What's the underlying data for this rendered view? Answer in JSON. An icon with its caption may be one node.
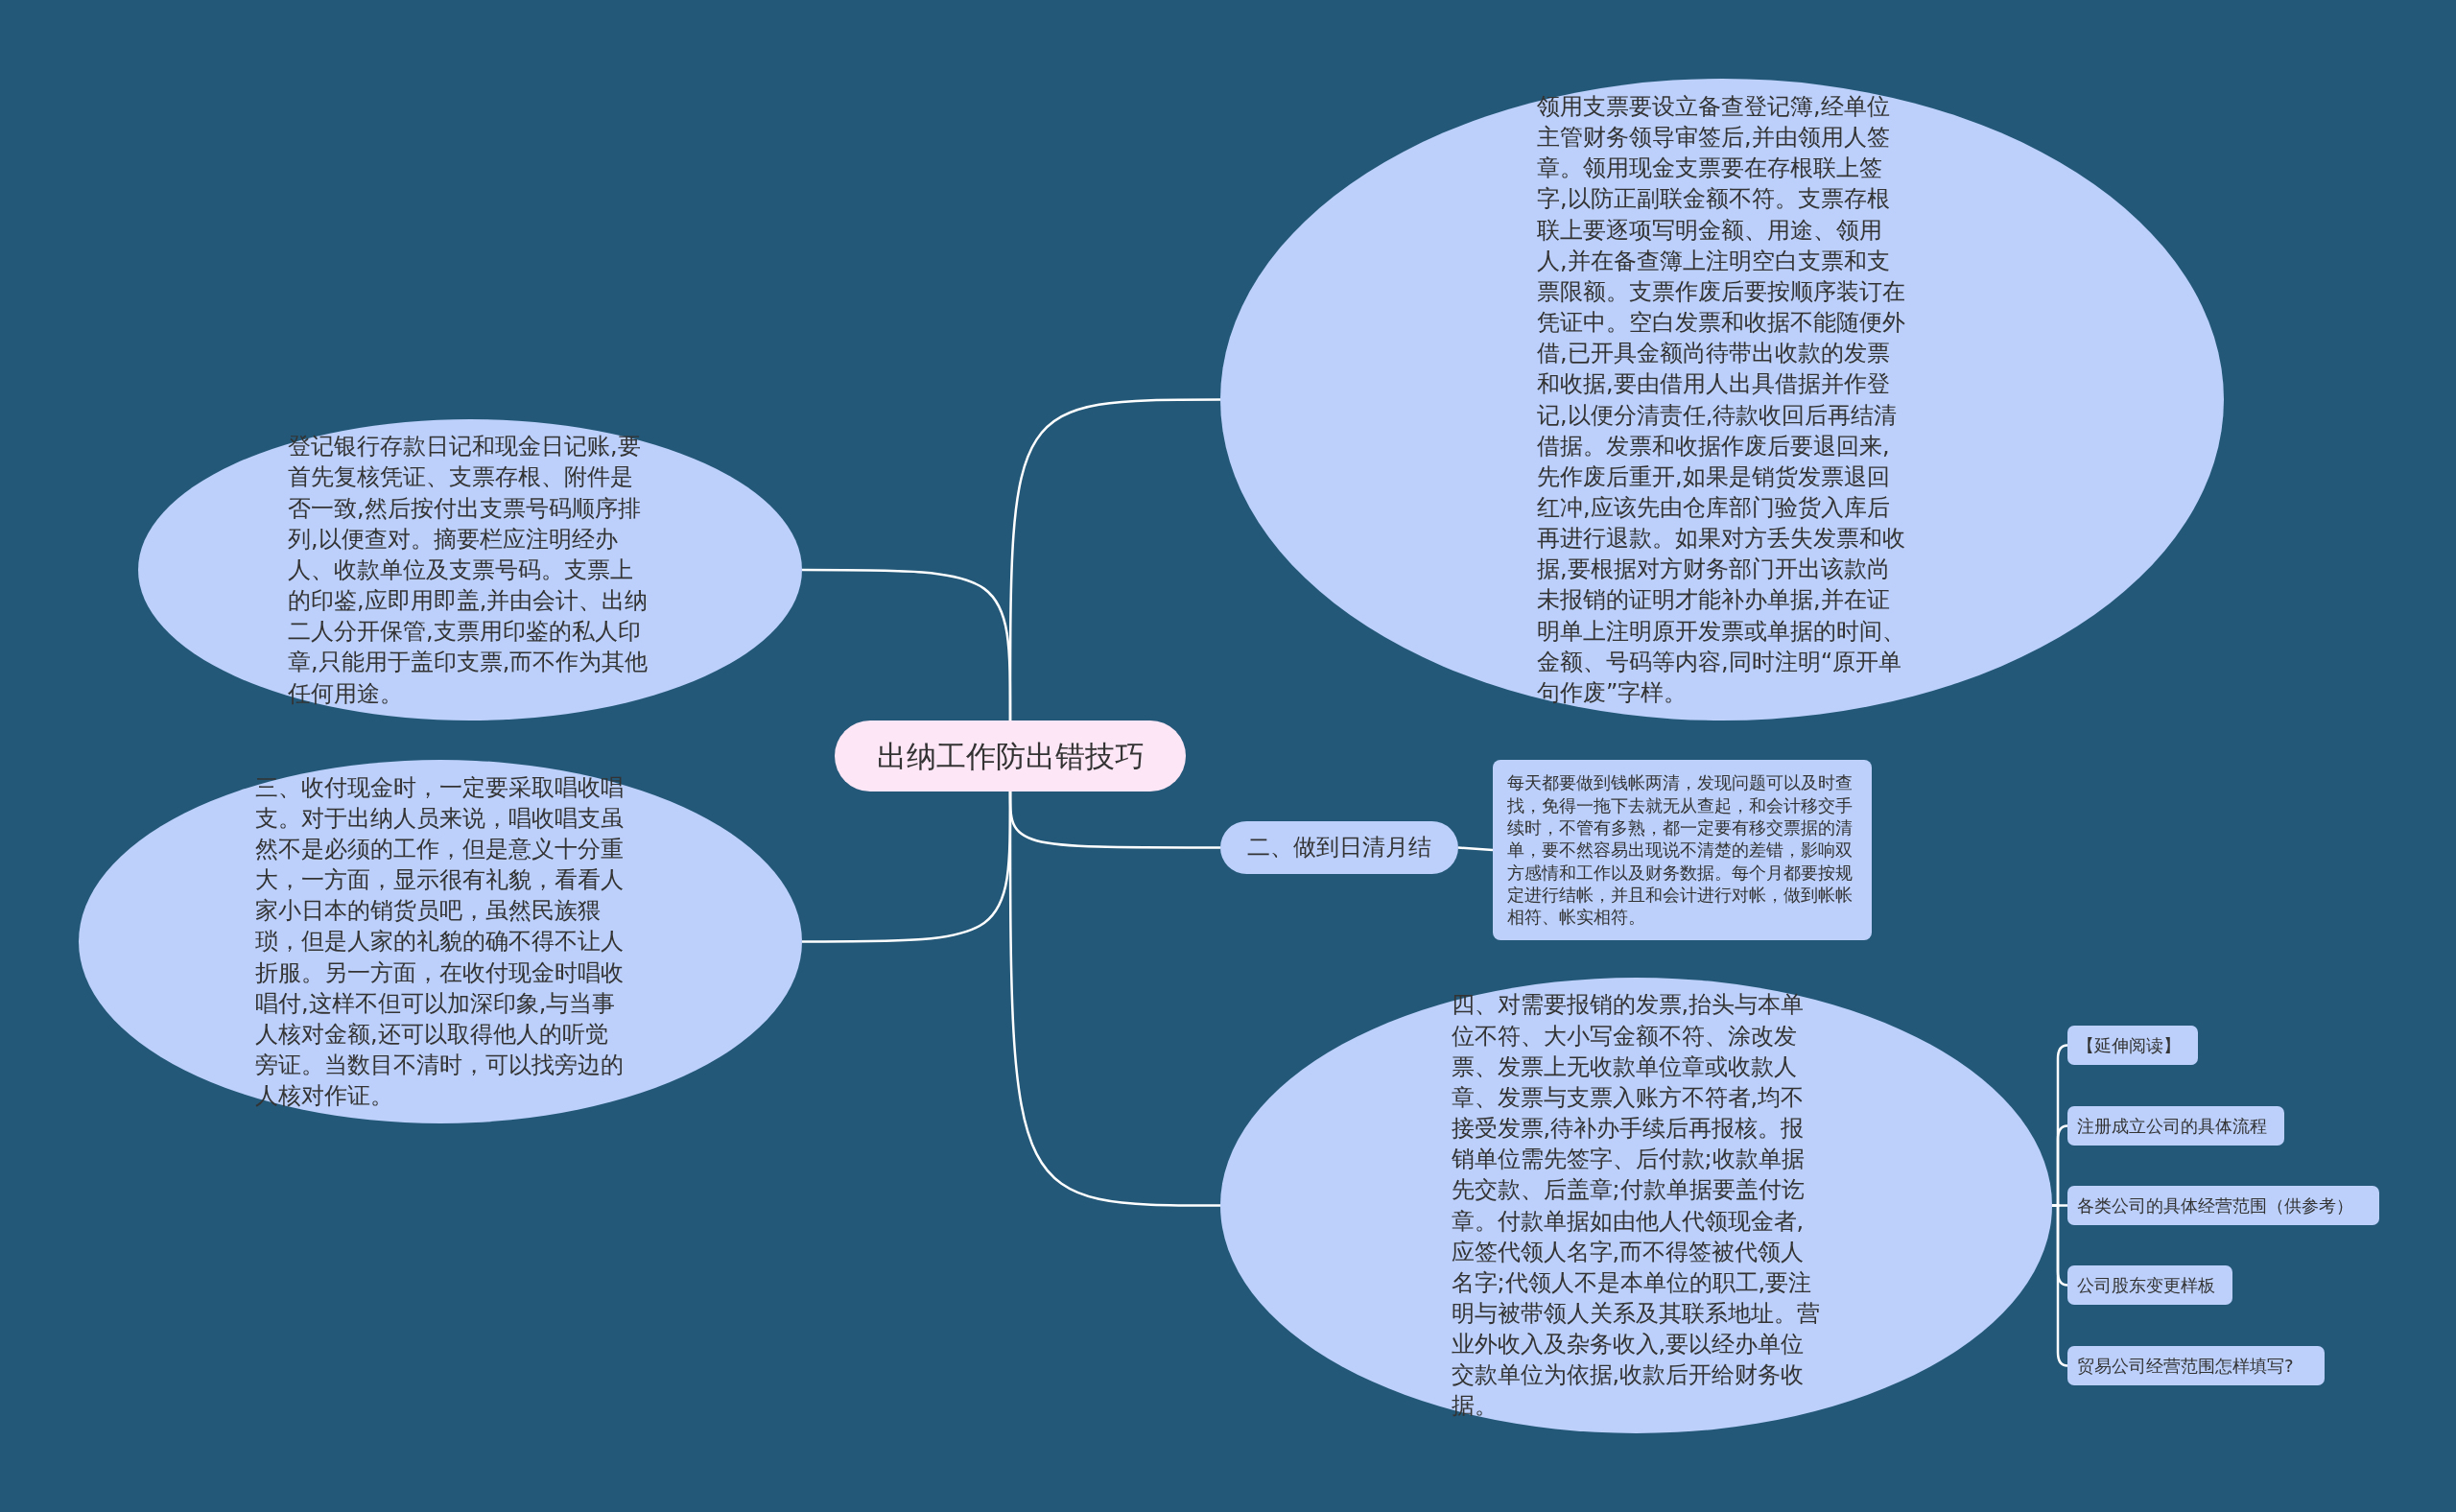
{
  "diagram": {
    "nodes": [
      {
        "text": [
          "出纳工作防出错技巧"
        ]
      },
      {
        "text": [
          "领用支票要设立备查登记簿,经单位主管财务领导审签后,并由领用人签章。领用现金支票要在存根联上签字,以防正副联金额不符。支票存根联上要逐项写明金额、用途、领用人,并在备查簿上注明空白支票和支票限额。支票作废后要按顺序装订在凭证中。空白发票和收据不能随便外借,已开具金额尚待带出收款的发票和收据,要由借用人出具借据并作登记,以便分清责任,待款收回后再结清借据。发票和收据作废后要退回来,先作废后重开,如果是销货发票退回红冲,应该先由仓库部门验货入库后再进行退款。如果对方丢失发票和收据,要根据对方财务部门开出该款尚未报销的证明才能补办单据,并在证明单上注明原开发票或单据的时间、金额、号码等内容,同时注明“原开单句作废”字样。"
        ]
      },
      {
        "text": [
          "登记银行存款日记和现金日记账,要首先复核凭证、支票存根、附件是否一致,然后按付出支票号码顺序排列,以便查对。摘要栏应注明经办人、收款单位及支票号码。支票上的印鉴,应即用即盖,并由会计、出纳二人分开保管,支票用印鉴的私人印章,只能用于盖印支票,而不作为其他任何用途。"
        ]
      },
      {
        "text": [
          "三、收付现金时，一定要采取唱收唱支。对于出纳人员来说，唱收唱支虽然不是必须的工作，但是意义十分重大，一方面，显示很有礼貌，看看人家小日本的销货员吧，虽然民族猥琐，但是人家的礼貌的确不得不让人折服。另一方面，在收付现金时唱收唱付,这样不但可以加深印象,与当事人核对金额,还可以取得他人的听觉旁证。当数目不清时，可以找旁边的人核对作证。"
        ]
      },
      {
        "text": [
          "二、做到日清月结"
        ]
      },
      {
        "text": [
          "每天都要做到钱帐两清，发现问题可以及时查找，免得一拖下去就无从查起，和会计移交手续时，不管有多熟，都一定要有移交票据的清单，要不然容易出现说不清楚的差错，影响双方感情和工作以及财务数据。每个月都要按规定进行结帐，并且和会计进行对帐，做到帐帐相符、帐实相符。"
        ]
      },
      {
        "text": [
          "四、对需要报销的发票,抬头与本单位不符、大小写金额不符、涂改发票、发票上无收款单位章或收款人章、发票与支票入账方不符者,均不接受发票,待补办手续后再报核。报销单位需先签字、后付款;收款单据先交款、后盖章;付款单据要盖付讫章。付款单据如由他人代领现金者,应签代领人名字,而不得签被代领人名字;代领人不是本单位的职工,要注明与被带领人关系及其联系地址。营业外收入及杂务收入,要以经办单位交款单位为依据,收款后开给财务收据。"
        ]
      },
      {
        "text": [
          "【延伸阅读】"
        ]
      },
      {
        "text": [
          "注册成立公司的具体流程"
        ]
      },
      {
        "text": [
          "各类公司的具体经营范围（供参考）"
        ]
      },
      {
        "text": [
          "公司股东变更样板"
        ]
      },
      {
        "text": [
          "贸易公司经营范围怎样填写?"
        ]
      }
    ],
    "edges": [
      {
        "from": 0,
        "to": 1,
        "arrow": "none"
      },
      {
        "from": 0,
        "to": 2,
        "arrow": "none"
      },
      {
        "from": 0,
        "to": 3,
        "arrow": "none"
      },
      {
        "from": 0,
        "to": 4,
        "arrow": "none"
      },
      {
        "from": 4,
        "to": 5,
        "arrow": "none"
      },
      {
        "from": 0,
        "to": 6,
        "arrow": "none"
      },
      {
        "from": 6,
        "to": 7,
        "arrow": "none"
      },
      {
        "from": 6,
        "to": 8,
        "arrow": "none"
      },
      {
        "from": 6,
        "to": 9,
        "arrow": "none"
      },
      {
        "from": 6,
        "to": 10,
        "arrow": "none"
      },
      {
        "from": 6,
        "to": 11,
        "arrow": "none"
      }
    ]
  }
}
